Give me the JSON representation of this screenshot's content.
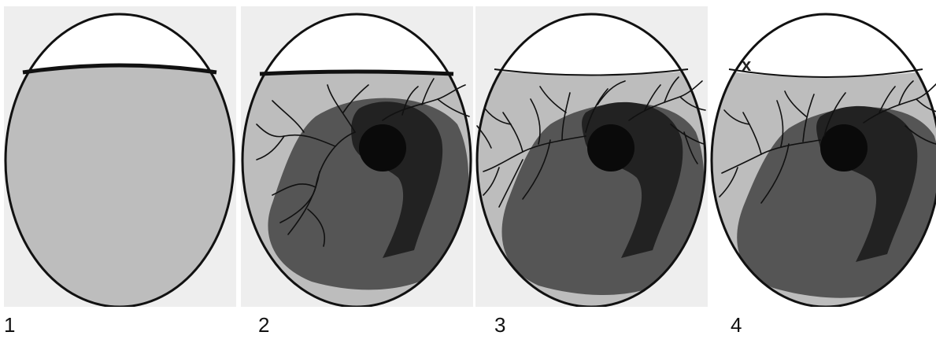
{
  "panels": [
    {
      "label": "1",
      "background": "#eeeeee",
      "stage": "empty"
    },
    {
      "label": "2",
      "background": "#eeeeee",
      "stage": "vessels-early"
    },
    {
      "label": "3",
      "background": "#eeeeee",
      "stage": "vessels-dense"
    },
    {
      "label": "4",
      "background": "#ffffff",
      "stage": "vessels-marked"
    }
  ],
  "marker": "x",
  "colors": {
    "outline": "#111111",
    "air_space": "#ffffff",
    "fluid": "#bdbdbd",
    "embryo_outer": "#555555",
    "embryo_inner": "#222222",
    "embryo_core": "#0a0a0a"
  }
}
